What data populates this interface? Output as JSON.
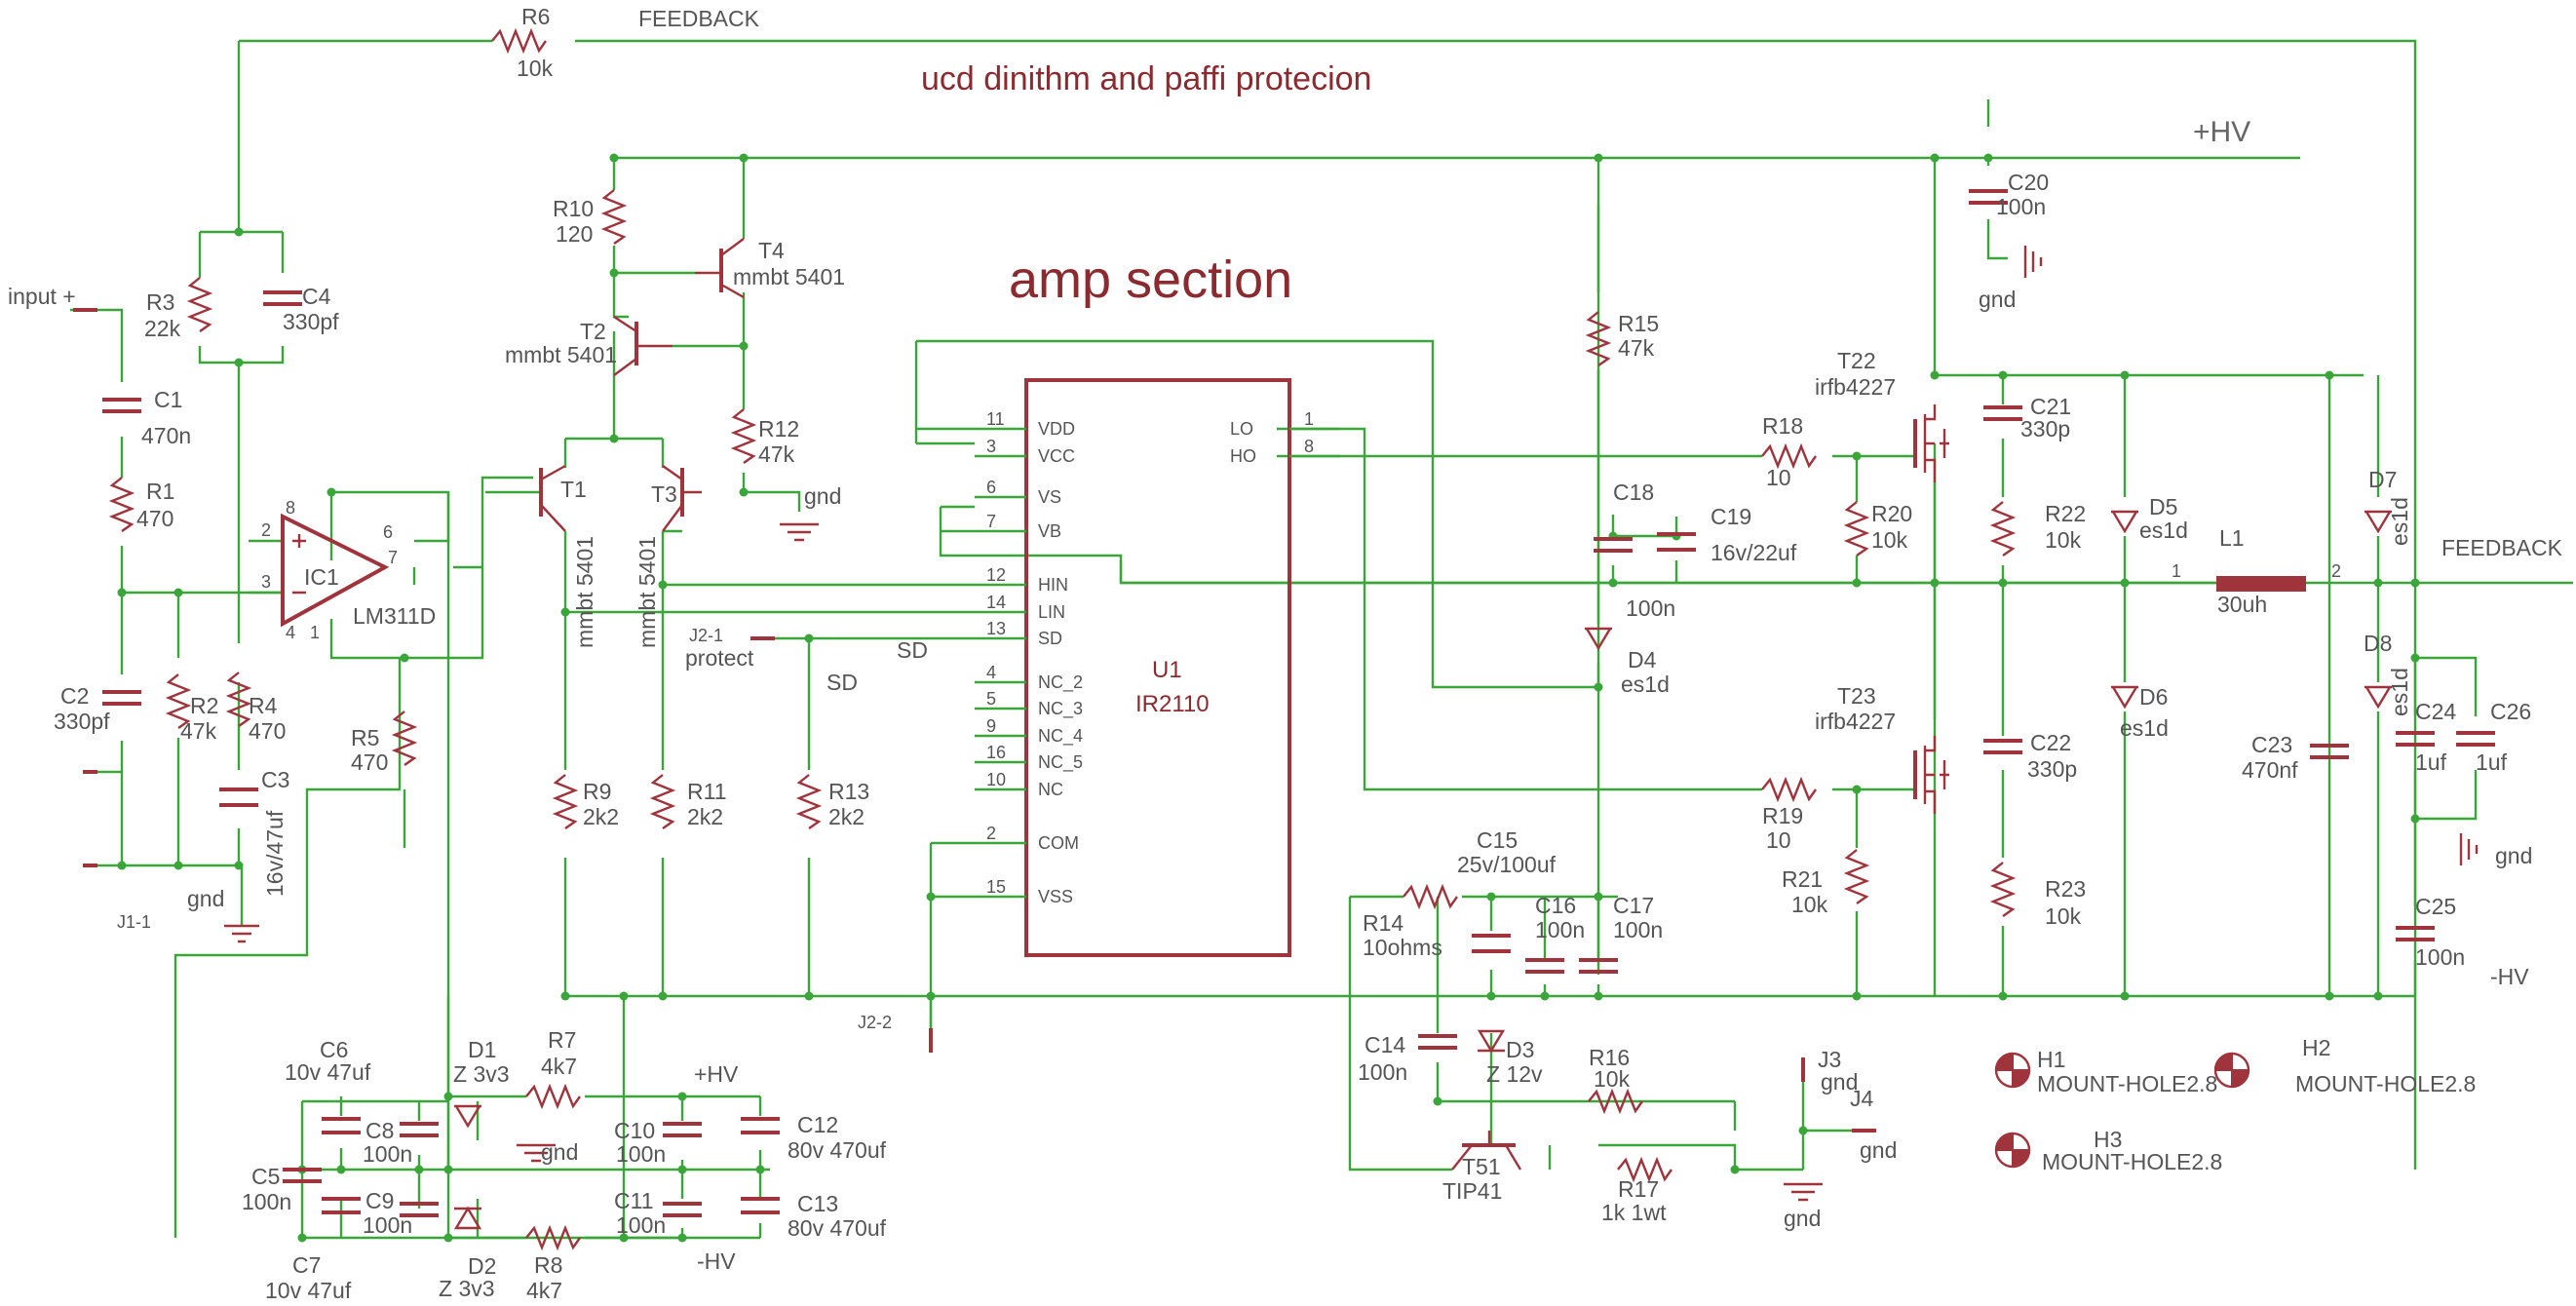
{
  "title": "ucd dinithm and paffi protecion",
  "section": "amp section",
  "nets": {
    "feedback": "FEEDBACK",
    "plus_hv": "+HV",
    "minus_hv": "-HV",
    "gnd": "gnd",
    "input": "input +",
    "protect": "protect",
    "sd": "SD"
  },
  "connectors": {
    "j1": "J1-1",
    "j2_1": "J2-1",
    "j2_2": "J2-2",
    "j3": "J3",
    "j4": "J4"
  },
  "resistors": {
    "R1": {
      "ref": "R1",
      "value": "470"
    },
    "R2": {
      "ref": "R2",
      "value": "47k"
    },
    "R3": {
      "ref": "R3",
      "value": "22k"
    },
    "R4": {
      "ref": "R4",
      "value": "470"
    },
    "R5": {
      "ref": "R5",
      "value": "470"
    },
    "R6": {
      "ref": "R6",
      "value": "10k"
    },
    "R7": {
      "ref": "R7",
      "value": "4k7"
    },
    "R8": {
      "ref": "R8",
      "value": "4k7"
    },
    "R9": {
      "ref": "R9",
      "value": "2k2"
    },
    "R10": {
      "ref": "R10",
      "value": "120"
    },
    "R11": {
      "ref": "R11",
      "value": "2k2"
    },
    "R12": {
      "ref": "R12",
      "value": "47k"
    },
    "R13": {
      "ref": "R13",
      "value": "2k2"
    },
    "R14": {
      "ref": "R14",
      "value": "10ohms"
    },
    "R15": {
      "ref": "R15",
      "value": "47k"
    },
    "R16": {
      "ref": "R16",
      "value": "10k"
    },
    "R17": {
      "ref": "R17",
      "value": "1k 1wt"
    },
    "R18": {
      "ref": "R18",
      "value": "10"
    },
    "R19": {
      "ref": "R19",
      "value": "10"
    },
    "R20": {
      "ref": "R20",
      "value": "10k"
    },
    "R21": {
      "ref": "R21",
      "value": "10k"
    },
    "R22": {
      "ref": "R22",
      "value": "10k"
    },
    "R23": {
      "ref": "R23",
      "value": "10k"
    }
  },
  "capacitors": {
    "C1": {
      "ref": "C1",
      "value": "470n"
    },
    "C2": {
      "ref": "C2",
      "value": "330pf"
    },
    "C3": {
      "ref": "C3",
      "value": "16v/47uf"
    },
    "C4": {
      "ref": "C4",
      "value": "330pf"
    },
    "C5": {
      "ref": "C5",
      "value": "100n"
    },
    "C6": {
      "ref": "C6",
      "value": "10v 47uf"
    },
    "C7": {
      "ref": "C7",
      "value": "10v 47uf"
    },
    "C8": {
      "ref": "C8",
      "value": "100n"
    },
    "C9": {
      "ref": "C9",
      "value": "100n"
    },
    "C10": {
      "ref": "C10",
      "value": "100n"
    },
    "C11": {
      "ref": "C11",
      "value": "100n"
    },
    "C12": {
      "ref": "C12",
      "value": "80v 470uf"
    },
    "C13": {
      "ref": "C13",
      "value": "80v 470uf"
    },
    "C14": {
      "ref": "C14",
      "value": "100n"
    },
    "C15": {
      "ref": "C15",
      "value": "25v/100uf"
    },
    "C16": {
      "ref": "C16",
      "value": "100n"
    },
    "C17": {
      "ref": "C17",
      "value": "100n"
    },
    "C18": {
      "ref": "C18",
      "value": "100n"
    },
    "C19": {
      "ref": "C19",
      "value": "16v/22uf"
    },
    "C20": {
      "ref": "C20",
      "value": "100n"
    },
    "C21": {
      "ref": "C21",
      "value": "330p"
    },
    "C22": {
      "ref": "C22",
      "value": "330p"
    },
    "C23": {
      "ref": "C23",
      "value": "470nf"
    },
    "C24": {
      "ref": "C24",
      "value": "1uf"
    },
    "C25": {
      "ref": "C25",
      "value": "100n"
    },
    "C26": {
      "ref": "C26",
      "value": "1uf"
    }
  },
  "diodes": {
    "D1": {
      "ref": "D1",
      "value": "Z 3v3"
    },
    "D2": {
      "ref": "D2",
      "value": "Z 3v3"
    },
    "D3": {
      "ref": "D3",
      "value": "Z 12v"
    },
    "D4": {
      "ref": "D4",
      "value": "es1d"
    },
    "D5": {
      "ref": "D5",
      "value": "es1d"
    },
    "D6": {
      "ref": "D6",
      "value": "es1d"
    },
    "D7": {
      "ref": "D7",
      "value": "es1d"
    },
    "D8": {
      "ref": "D8",
      "value": "es1d"
    }
  },
  "transistors": {
    "T1": {
      "ref": "T1",
      "value": "mmbt 5401"
    },
    "T2": {
      "ref": "T2",
      "value": "mmbt 5401"
    },
    "T3": {
      "ref": "T3",
      "value": "mmbt 5401"
    },
    "T4": {
      "ref": "T4",
      "value": "mmbt 5401"
    },
    "T51": {
      "ref": "T51",
      "value": "TIP41"
    },
    "T22": {
      "ref": "T22",
      "value": "irfb4227"
    },
    "T23": {
      "ref": "T23",
      "value": "irfb4227"
    }
  },
  "inductor": {
    "ref": "L1",
    "value": "30uh"
  },
  "ic1": {
    "ref": "IC1",
    "value": "LM311D"
  },
  "u1": {
    "ref": "U1",
    "value": "IR2110",
    "left_pins": [
      {
        "num": "11",
        "name": "VDD"
      },
      {
        "num": "3",
        "name": "VCC"
      },
      {
        "num": "6",
        "name": "VS"
      },
      {
        "num": "7",
        "name": "VB"
      },
      {
        "num": "12",
        "name": "HIN"
      },
      {
        "num": "14",
        "name": "LIN"
      },
      {
        "num": "13",
        "name": "SD"
      },
      {
        "num": "4",
        "name": "NC_2"
      },
      {
        "num": "5",
        "name": "NC_3"
      },
      {
        "num": "9",
        "name": "NC_4"
      },
      {
        "num": "16",
        "name": "NC_5"
      },
      {
        "num": "10",
        "name": "NC"
      },
      {
        "num": "2",
        "name": "COM"
      },
      {
        "num": "15",
        "name": "VSS"
      }
    ],
    "right_pins": [
      {
        "num": "1",
        "name": "LO"
      },
      {
        "num": "8",
        "name": "HO"
      }
    ]
  },
  "ic1_pins": [
    "8",
    "2",
    "3",
    "4",
    "1",
    "6",
    "7"
  ],
  "l1_pins": [
    "1",
    "2"
  ],
  "mount_holes": [
    {
      "ref": "H1",
      "value": "MOUNT-HOLE2.8"
    },
    {
      "ref": "H2",
      "value": "MOUNT-HOLE2.8"
    },
    {
      "ref": "H3",
      "value": "MOUNT-HOLE2.8"
    }
  ],
  "colors": {
    "wire": "#3aa63a",
    "component": "#a0343c",
    "label": "#555555",
    "title": "#8b2b30"
  }
}
